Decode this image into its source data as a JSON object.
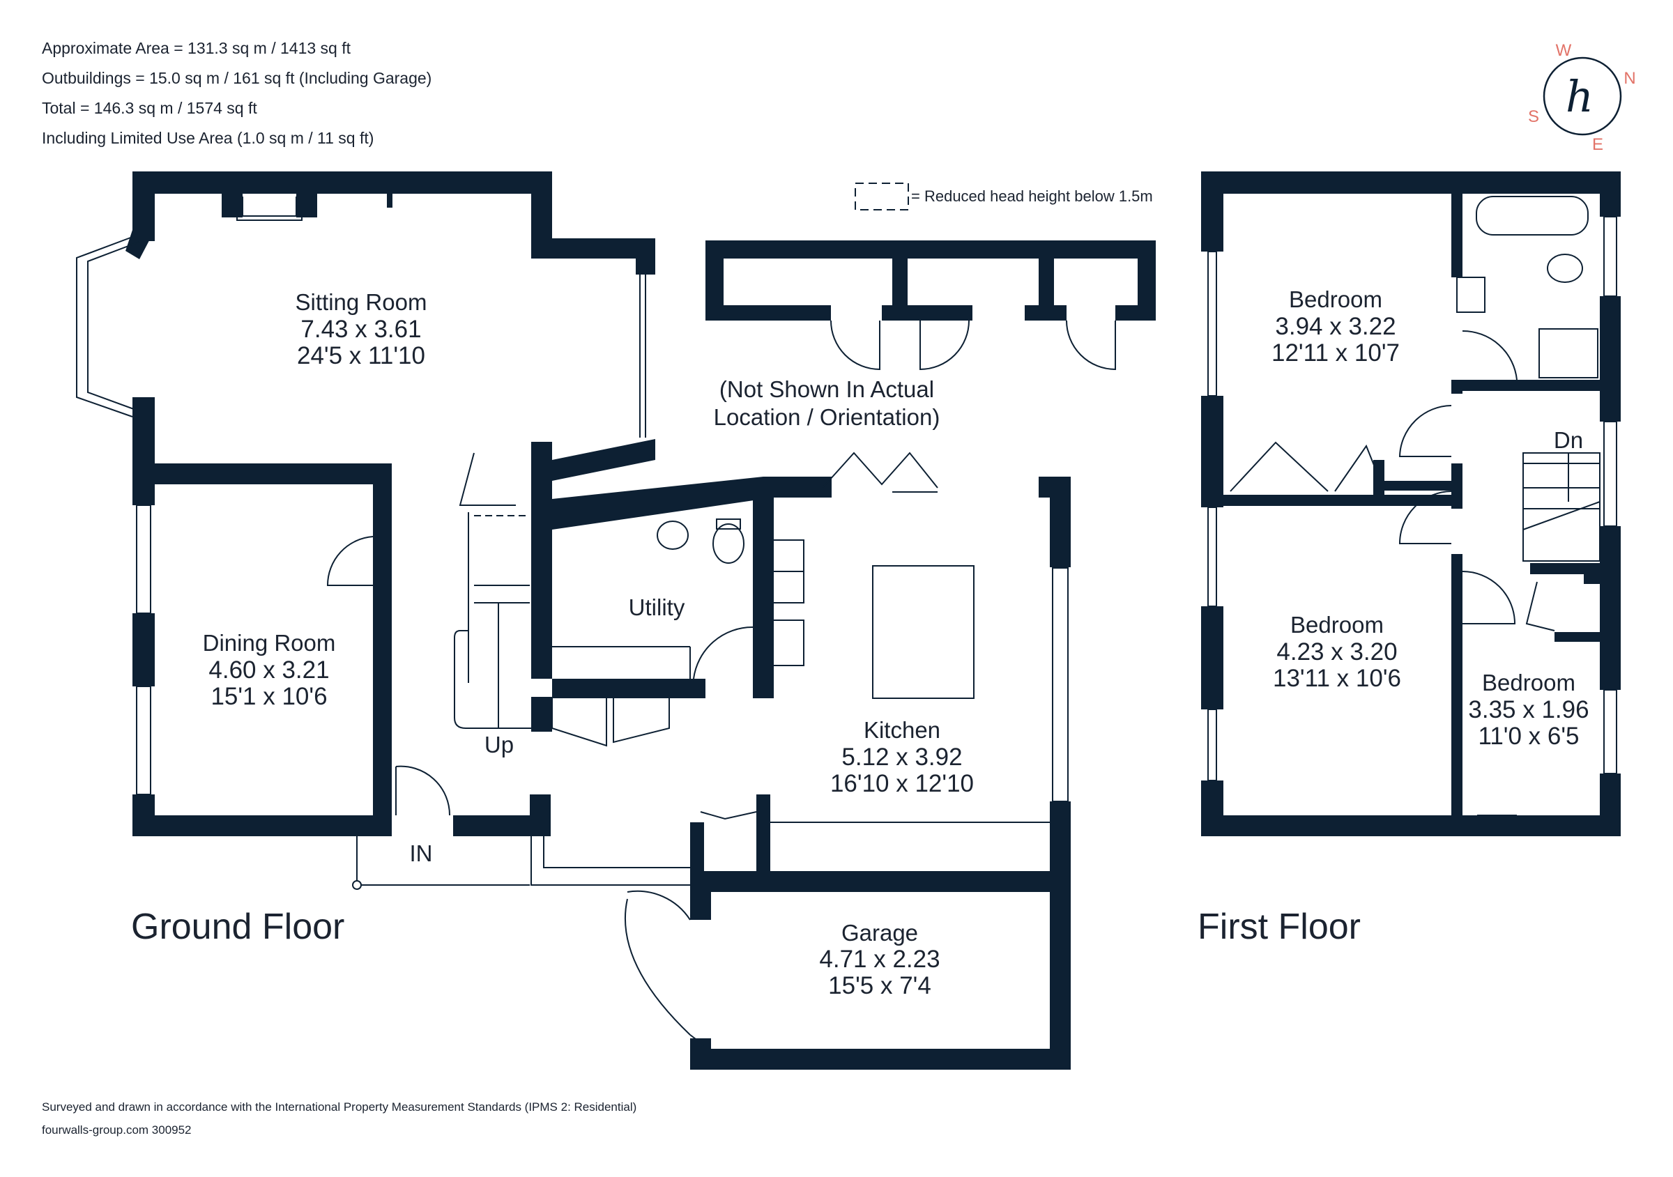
{
  "summary": {
    "area": "Approximate Area = 131.3 sq m / 1413 sq ft",
    "outbuildings": "Outbuildings = 15.0 sq m / 161 sq ft (Including Garage)",
    "total": "Total = 146.3 sq m / 1574 sq ft",
    "limited_use": "Including Limited Use Area (1.0 sq m / 11 sq ft)"
  },
  "legend": {
    "reduced_head_height": "= Reduced head height below 1.5m"
  },
  "note": {
    "line1": "(Not Shown In Actual",
    "line2": "Location / Orientation)"
  },
  "compass": {
    "west": "W",
    "north": "N",
    "south": "S",
    "east": "E",
    "logo": "h"
  },
  "ground_floor": {
    "title": "Ground Floor",
    "up_label": "Up",
    "entrance_label": "IN",
    "rooms": {
      "sitting_room": {
        "name": "Sitting Room",
        "metric": "7.43 x 3.61",
        "imperial": "24'5 x 11'10"
      },
      "dining_room": {
        "name": "Dining Room",
        "metric": "4.60 x 3.21",
        "imperial": "15'1 x 10'6"
      },
      "utility": {
        "name": "Utility"
      },
      "kitchen": {
        "name": "Kitchen",
        "metric": "5.12 x 3.92",
        "imperial": "16'10 x 12'10"
      },
      "garage": {
        "name": "Garage",
        "metric": "4.71 x 2.23",
        "imperial": "15'5 x 7'4"
      }
    }
  },
  "first_floor": {
    "title": "First Floor",
    "down_label": "Dn",
    "rooms": {
      "bedroom1": {
        "name": "Bedroom",
        "metric": "3.94 x 3.22",
        "imperial": "12'11 x 10'7"
      },
      "bedroom2": {
        "name": "Bedroom",
        "metric": "4.23 x 3.20",
        "imperial": "13'11 x 10'6"
      },
      "bedroom3": {
        "name": "Bedroom",
        "metric": "3.35 x 1.96",
        "imperial": "11'0 x 6'5"
      }
    }
  },
  "footer": {
    "standards": "Surveyed and drawn in accordance with the International Property Measurement Standards (IPMS 2: Residential)",
    "reference": "fourwalls-group.com 300952"
  },
  "colors": {
    "wall": "#0d2033",
    "accent": "#e27368",
    "text": "#1b2330"
  }
}
